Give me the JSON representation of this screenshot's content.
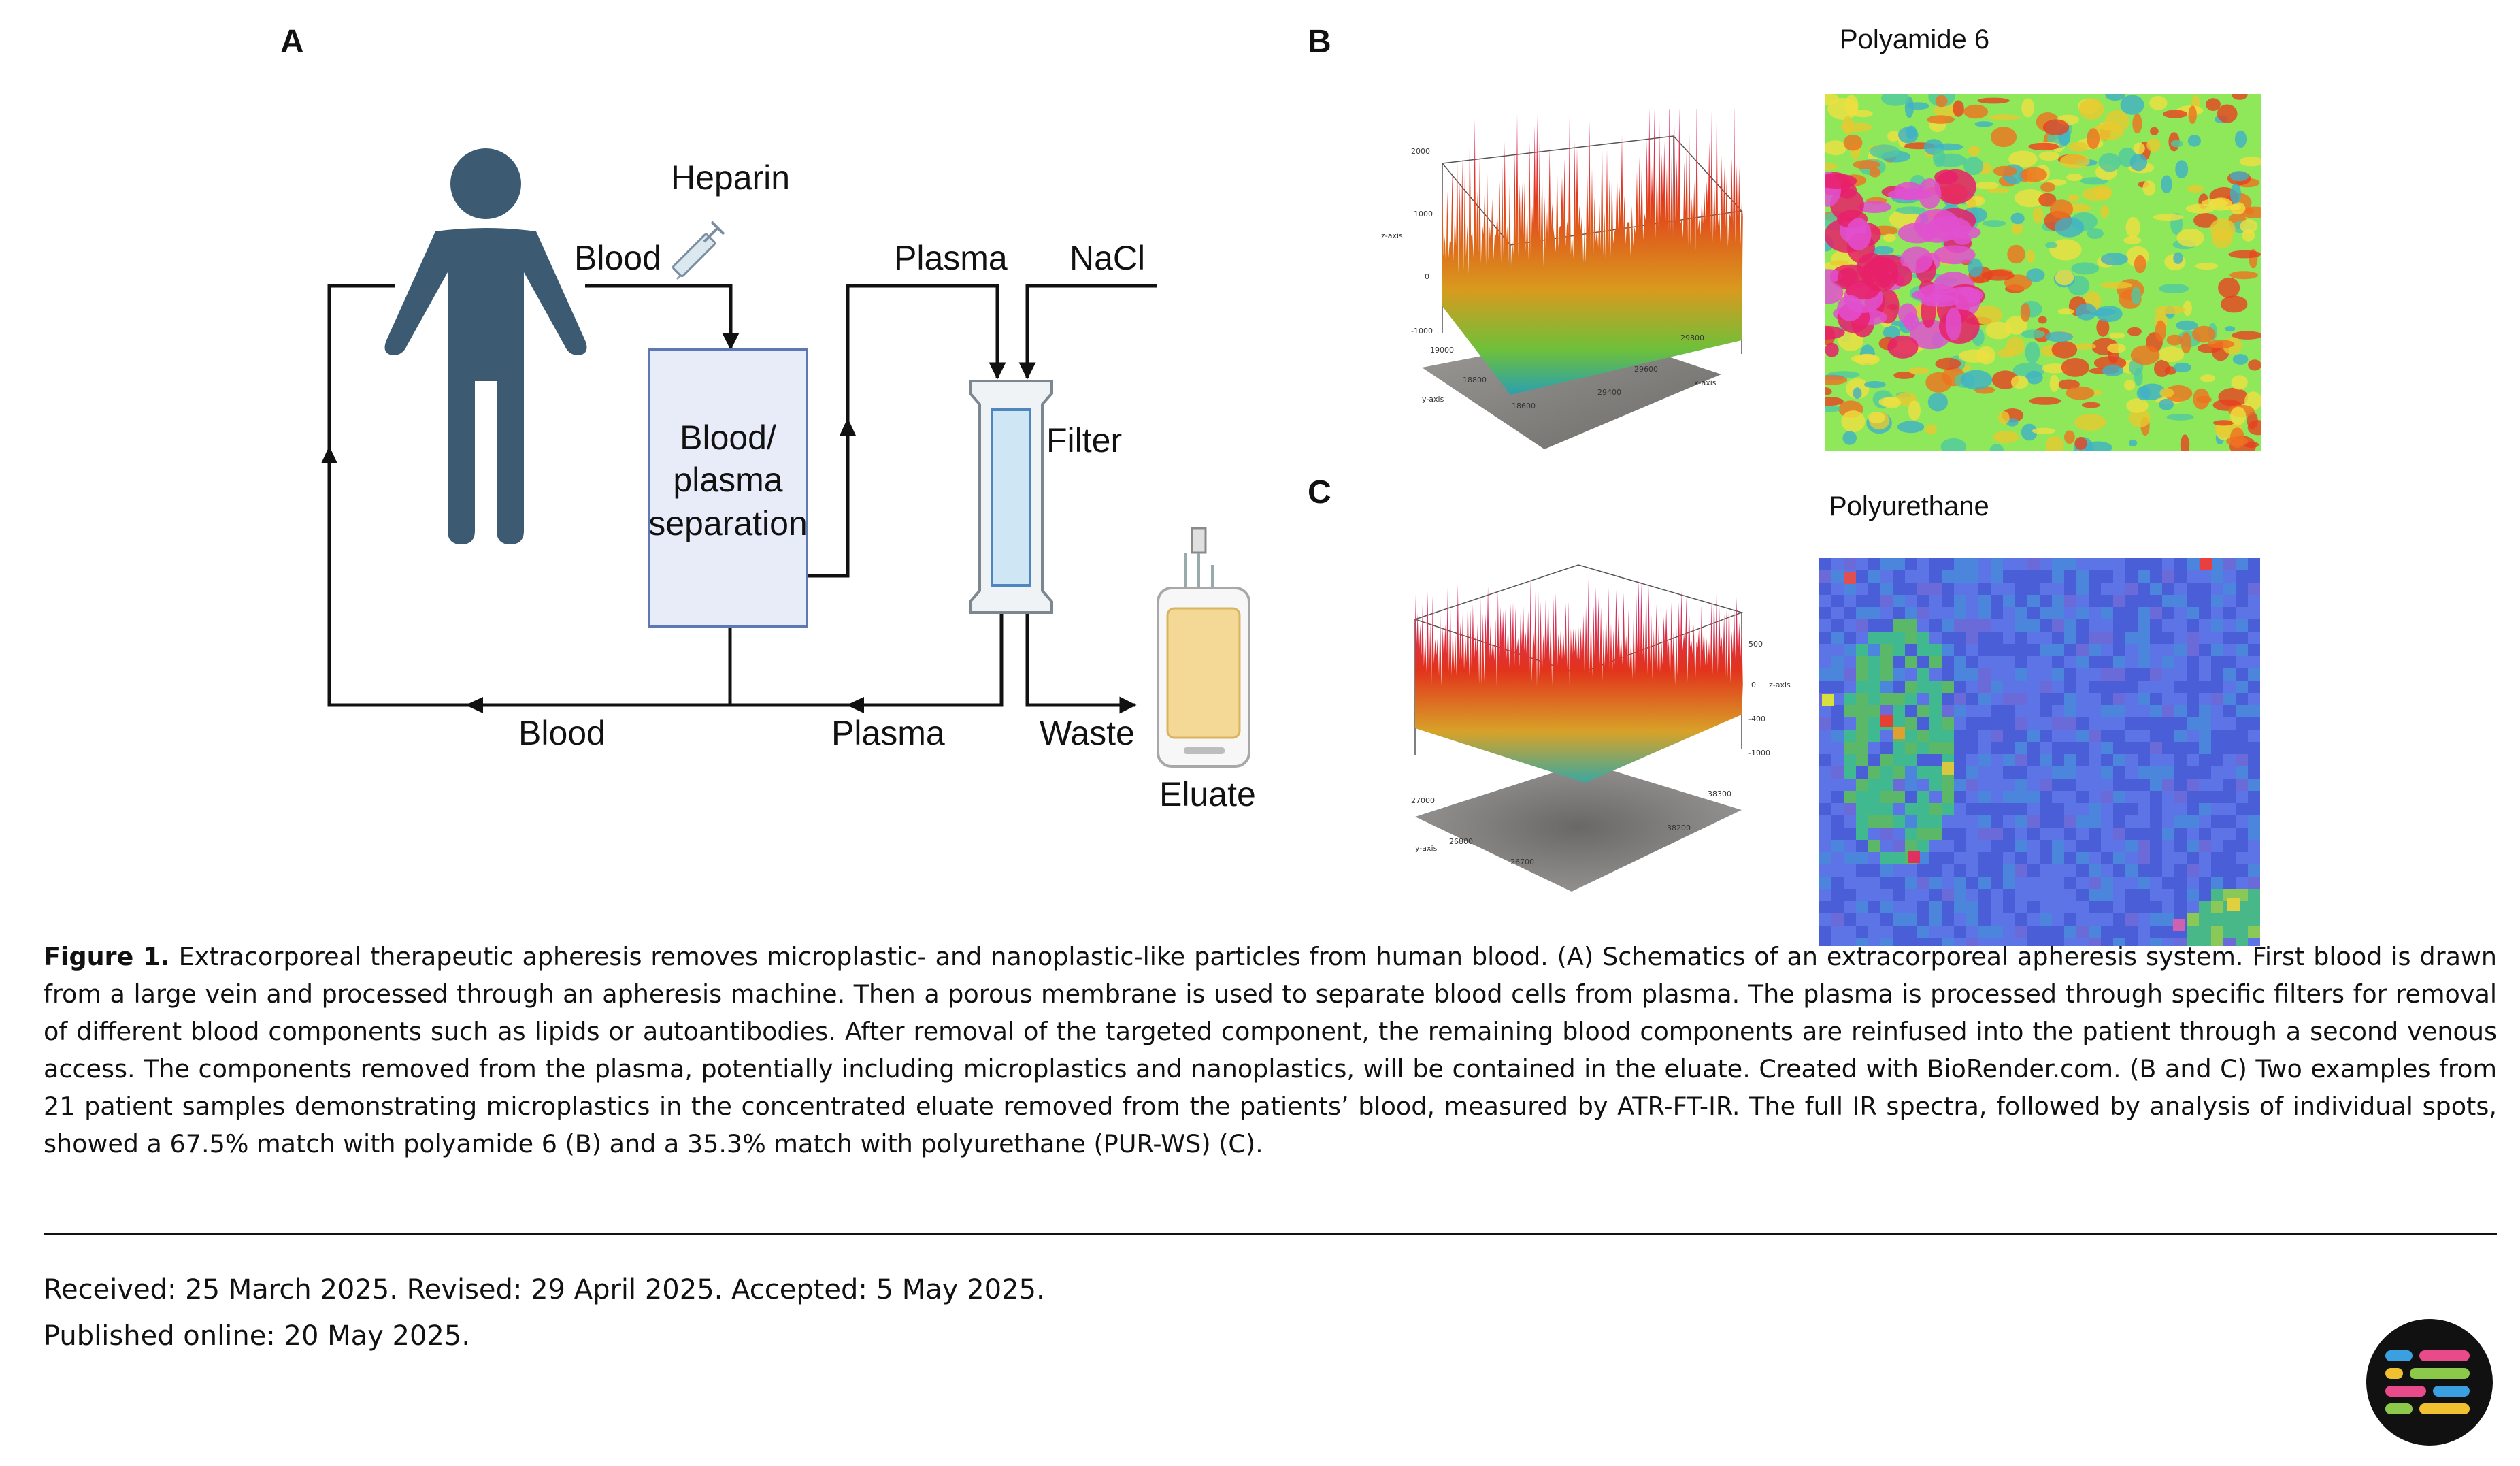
{
  "panels": {
    "a_label": "A",
    "b_label": "B",
    "c_label": "C"
  },
  "diagram": {
    "heparin": "Heparin",
    "blood_in": "Blood",
    "plasma_out": "Plasma",
    "nacl": "NaCl",
    "separation_line1": "Blood/",
    "separation_line2": "plasma",
    "separation_line3": "separation",
    "filter": "Filter",
    "blood_return": "Blood",
    "plasma_return": "Plasma",
    "waste": "Waste",
    "eluate": "Eluate"
  },
  "plot_b": {
    "title": "Polyamide 6"
  },
  "plot_c": {
    "title": "Polyurethane"
  },
  "caption": {
    "label": "Figure 1.",
    "text": "Extracorporeal therapeutic apheresis removes microplastic- and nanoplastic-like particles from human blood. (A) Schematics of an extracorporeal apheresis system. First blood is drawn from a large vein and processed through an apheresis machine. Then a porous membrane is used to separate blood cells from plasma. The plasma is processed through specific filters for removal of different blood components such as lipids or autoantibodies. After removal of the targeted component, the remaining blood components are reinfused into the patient through a second venous access. The components removed from the plasma, potentially including microplastics and nanoplastics, will be contained in the eluate. Created with BioRender.com. (B and C) Two examples from 21 patient samples demonstrating microplastics in the concentrated eluate removed from the patients’ blood, measured by ATR-FT-IR. The full IR spectra, followed by analysis of individual spots, showed a 67.5% match with polyamide 6 (B) and a 35.3% match with polyurethane (PUR-WS) (C)."
  },
  "dates": {
    "line1": "Received: 25 March 2025. Revised: 29 April 2025. Accepted: 5 May 2025.",
    "line2": "Published online: 20 May 2025."
  },
  "colors": {
    "person": "#3d5a73",
    "box_fill": "#e8ecf8",
    "box_stroke": "#5d78b5",
    "filter_fill": "#cfe6f5",
    "eluate_fill": "#f4d896",
    "heatmap_b_base": "#8ee85a",
    "heatmap_c_base": "#5a70e0"
  }
}
